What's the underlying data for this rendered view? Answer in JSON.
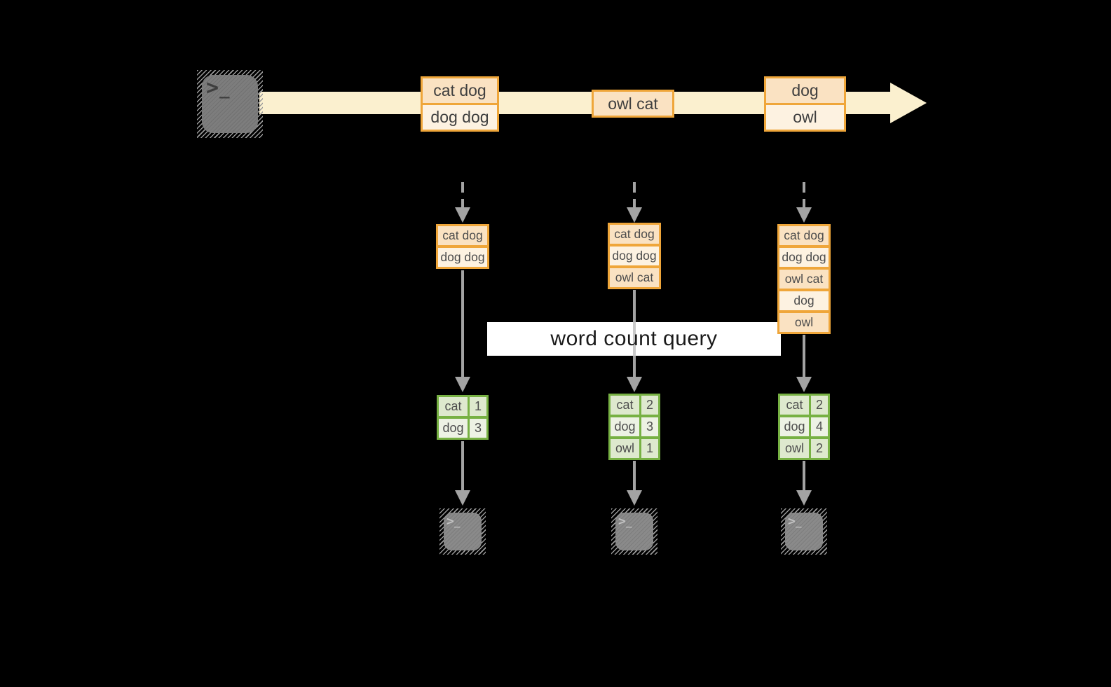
{
  "query": {
    "label": "word count query"
  },
  "terminal_glyph": {
    "chevron": ">",
    "underscore": "_"
  },
  "stream": {
    "messages": [
      {
        "lines": [
          "cat dog",
          "dog dog"
        ]
      },
      {
        "lines": [
          "owl cat"
        ]
      },
      {
        "lines": [
          "dog",
          "owl"
        ]
      }
    ]
  },
  "columns": [
    {
      "buffer": [
        "cat dog",
        "dog dog"
      ],
      "counts": [
        {
          "word": "cat",
          "count": "1"
        },
        {
          "word": "dog",
          "count": "3"
        }
      ]
    },
    {
      "buffer": [
        "cat dog",
        "dog dog",
        "owl cat"
      ],
      "counts": [
        {
          "word": "cat",
          "count": "2"
        },
        {
          "word": "dog",
          "count": "3"
        },
        {
          "word": "owl",
          "count": "1"
        }
      ]
    },
    {
      "buffer": [
        "cat dog",
        "dog dog",
        "owl cat",
        "dog",
        "owl"
      ],
      "counts": [
        {
          "word": "cat",
          "count": "2"
        },
        {
          "word": "dog",
          "count": "4"
        },
        {
          "word": "owl",
          "count": "2"
        }
      ]
    }
  ],
  "colors": {
    "background": "#000000",
    "stream_band": "#FBF0CF",
    "box_border": "#EFA63A",
    "box_fill_dark": "#FAE2C2",
    "box_fill_light": "#FDF2E1",
    "table_border": "#77B143",
    "table_fill_dark": "#DEE9CE",
    "table_fill_light": "#EDF2E4",
    "arrow_gray": "#A3A3A3",
    "query_box_bg": "#FFFFFF"
  }
}
